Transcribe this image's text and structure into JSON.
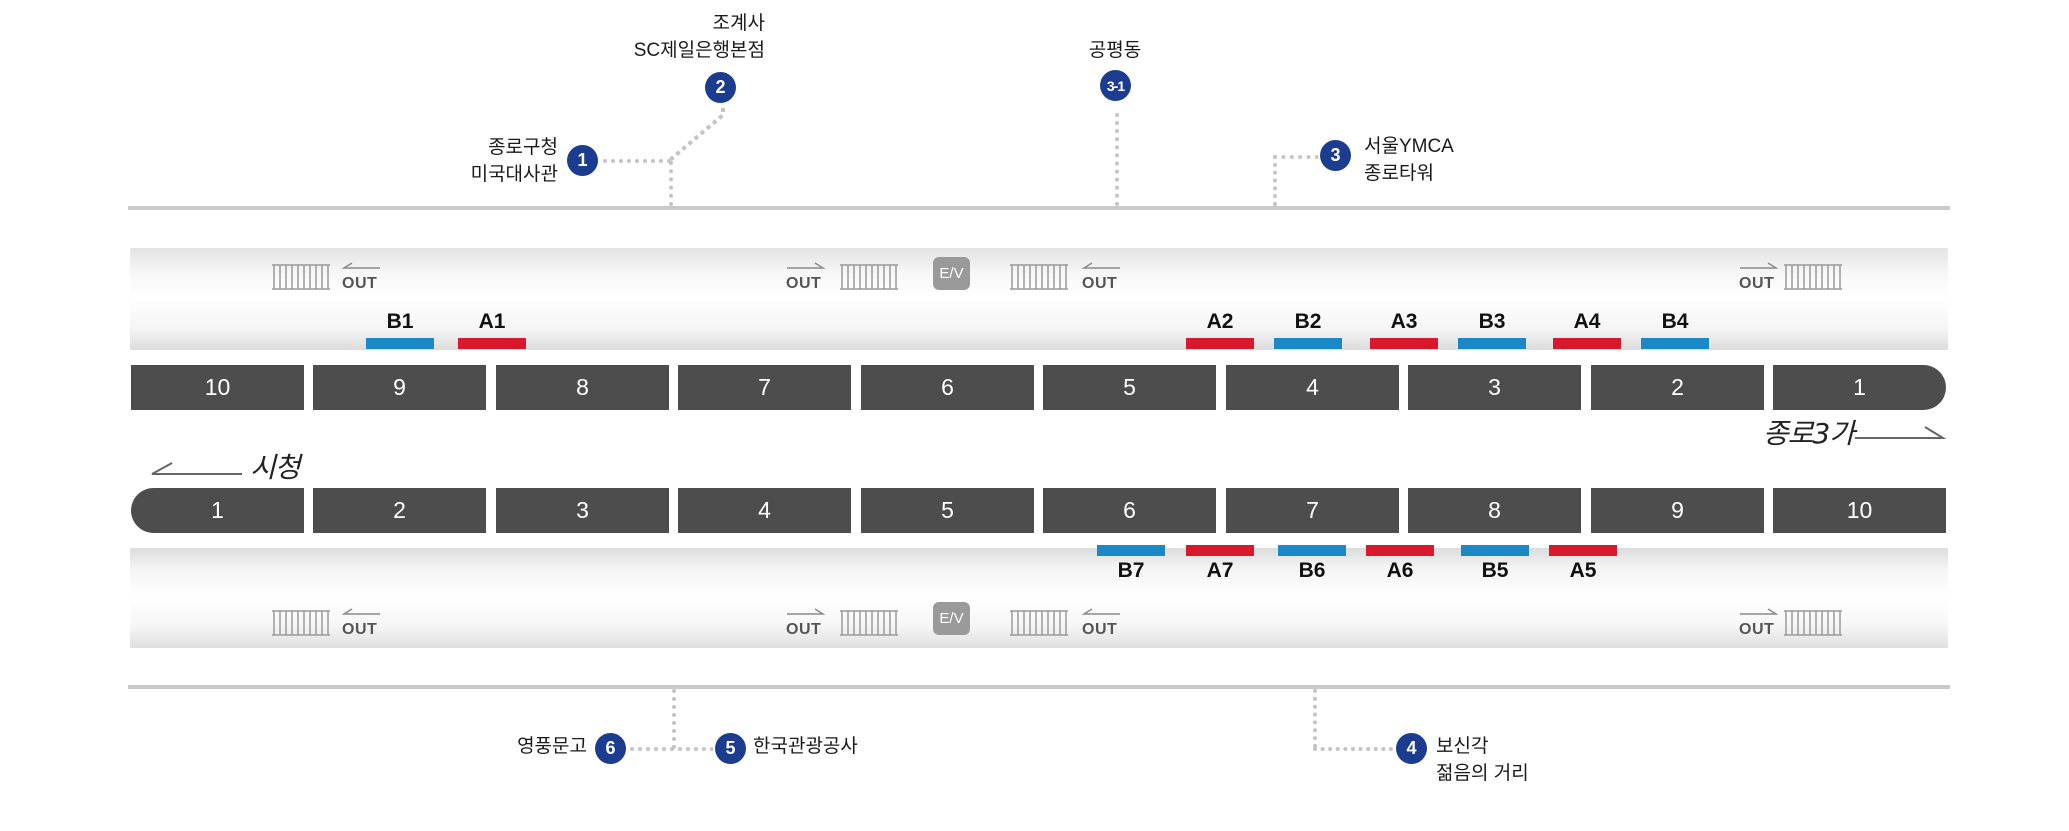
{
  "exits": {
    "e1": {
      "number": "1",
      "lines": [
        "종로구청",
        "미국대사관"
      ]
    },
    "e2": {
      "number": "2",
      "lines": [
        "조계사",
        "SC제일은행본점"
      ]
    },
    "e31": {
      "number": "3-1",
      "lines": [
        "공평동"
      ]
    },
    "e3": {
      "number": "3",
      "lines": [
        "서울YMCA",
        "종로타워"
      ]
    },
    "e4": {
      "number": "4",
      "lines": [
        "보신각",
        "젊음의 거리"
      ]
    },
    "e5": {
      "number": "5",
      "lines": [
        "한국관광공사"
      ]
    },
    "e6": {
      "number": "6",
      "lines": [
        "영풍문고"
      ]
    }
  },
  "directions": {
    "top": "종로3가",
    "bottom": "시청"
  },
  "top_cars": [
    "10",
    "9",
    "8",
    "7",
    "6",
    "5",
    "4",
    "3",
    "2",
    "1"
  ],
  "bottom_cars": [
    "1",
    "2",
    "3",
    "4",
    "5",
    "6",
    "7",
    "8",
    "9",
    "10"
  ],
  "top_doors": [
    {
      "label": "B1",
      "line": "blue"
    },
    {
      "label": "A1",
      "line": "red"
    },
    {
      "label": "A2",
      "line": "red"
    },
    {
      "label": "B2",
      "line": "blue"
    },
    {
      "label": "A3",
      "line": "red"
    },
    {
      "label": "B3",
      "line": "blue"
    },
    {
      "label": "A4",
      "line": "red"
    },
    {
      "label": "B4",
      "line": "blue"
    }
  ],
  "bottom_doors": [
    {
      "label": "B7",
      "line": "blue"
    },
    {
      "label": "A7",
      "line": "red"
    },
    {
      "label": "B6",
      "line": "blue"
    },
    {
      "label": "A6",
      "line": "red"
    },
    {
      "label": "B5",
      "line": "blue"
    },
    {
      "label": "A5",
      "line": "red"
    }
  ],
  "out_label": "OUT",
  "ev_label": "E/V",
  "colors": {
    "blue": "#1b88c8",
    "red": "#d8182c",
    "exit": "#1c3d8f",
    "car": "#4d4d4d"
  }
}
